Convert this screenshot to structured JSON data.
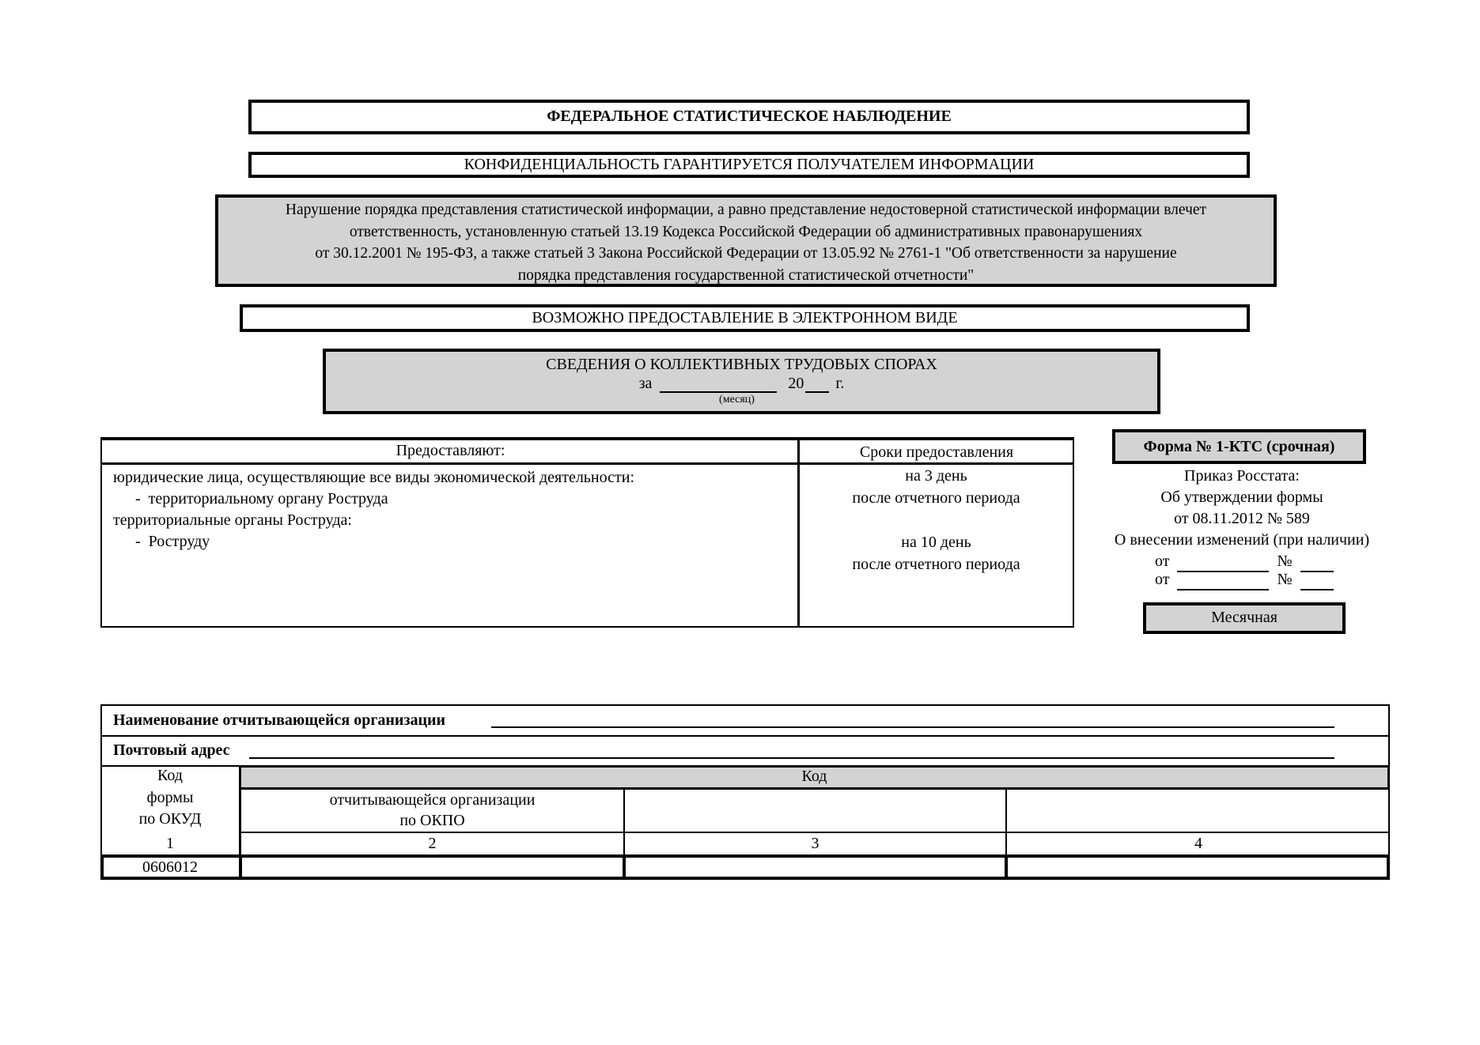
{
  "header": {
    "federal_observation": "ФЕДЕРАЛЬНОЕ СТАТИСТИЧЕСКОЕ НАБЛЮДЕНИЕ",
    "confidentiality": "КОНФИДЕНЦИАЛЬНОСТЬ ГАРАНТИРУЕТСЯ ПОЛУЧАТЕЛЕМ ИНФОРМАЦИИ",
    "warning_lines": [
      "Нарушение порядка представления статистической информации, а равно представление недостоверной статистической информации влечет",
      "ответственность, установленную статьей 13.19 Кодекса Российской Федерации об административных правонарушениях",
      "от 30.12.2001 № 195-ФЗ, а также статьей 3 Закона Российской Федерации от 13.05.92 № 2761-1 \"Об ответственности за нарушение",
      "порядка представления государственной статистической отчетности\""
    ],
    "electronic": "ВОЗМОЖНО ПРЕДОСТАВЛЕНИЕ В ЭЛЕКТРОННОМ ВИДЕ"
  },
  "title_block": {
    "title": "СВЕДЕНИЯ О КОЛЛЕКТИВНЫХ ТРУДОВЫХ СПОРАХ",
    "za": "за",
    "year_prefix": "20",
    "year_suffix": "г.",
    "month_caption": "(месяц)"
  },
  "submit_table": {
    "col1_header": "Предоставляют:",
    "col2_header": "Сроки предоставления",
    "left": {
      "line1": "юридические лица, осуществляющие все виды экономической деятельности:",
      "line2": "-  территориальному органу Роструда",
      "line3": "территориальные органы Роструда:",
      "line4": "-  Роструду"
    },
    "right": {
      "line1": "на 3 день",
      "line2": "после отчетного периода",
      "line3": "на 10 день",
      "line4": "после отчетного периода"
    }
  },
  "form_info": {
    "form_label": "Форма № 1-КТС (срочная)",
    "order_line1": "Приказ Росстата:",
    "order_line2": "Об утверждении формы",
    "order_line3": "от 08.11.2012 № 589",
    "changes_line": "О внесении изменений (при наличии)",
    "ot": "от",
    "no": "№",
    "periodicity": "Месячная"
  },
  "org_table": {
    "org_name_label": "Наименование отчитывающейся организации",
    "postal_label": "Почтовый адрес",
    "code_form_lines": [
      "Код",
      "формы",
      "по ОКУД"
    ],
    "code_header": "Код",
    "okpo_lines": [
      "отчитывающейся организации",
      "по ОКПО"
    ],
    "col_numbers": [
      "1",
      "2",
      "3",
      "4"
    ],
    "okud_value": "0606012"
  }
}
